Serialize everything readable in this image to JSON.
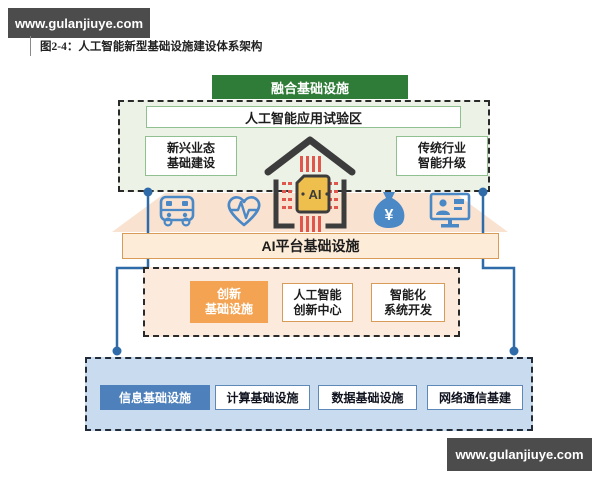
{
  "watermark": {
    "top": "www.gulanjiuye.com",
    "bottom": "www.gulanjiuye.com"
  },
  "caption": "图2-4：人工智能新型基础设施建设体系架构",
  "diagram": {
    "fusion_label": "融合基础设施",
    "pilot_zone_label": "人工智能应用试验区",
    "left_box": {
      "line1": "新兴业态",
      "line2": "基础建设"
    },
    "right_box": {
      "line1": "传统行业",
      "line2": "智能升级"
    },
    "house": {
      "chip_label": "AI"
    },
    "platform_bar_label": "AI平台基础设施",
    "middle": {
      "innovation": {
        "line1": "创新",
        "line2": "基础设施"
      },
      "ai_center": {
        "line1": "人工智能",
        "line2": "创新中心"
      },
      "smart_dev": {
        "line1": "智能化",
        "line2": "系统开发"
      }
    },
    "bottom": {
      "info_label": "信息基础设施",
      "compute_label": "计算基础设施",
      "data_label": "数据基础设施",
      "network_label": "网络通信基建"
    },
    "money_symbol": "¥",
    "icons": {
      "left": [
        "bus-icon",
        "heartbeat-icon"
      ],
      "center": "house-ai-chip-icon",
      "right": [
        "money-bag-icon",
        "monitor-person-icon"
      ]
    },
    "colors": {
      "green_dark": "#2e7c38",
      "green_fill": "#ecf2e6",
      "green_border": "#90bf90",
      "orange_solid": "#f3a351",
      "orange_border": "#d99b58",
      "peach_fill": "#fcebdc",
      "bar_fill": "#fdecd8",
      "blue_solid": "#4e81bb",
      "blue_fill": "#c9dbee",
      "connector_blue": "#2f6ba8",
      "icon_blue": "#4a88c6",
      "chip_yellow": "#efbf4d",
      "pin_red": "#e0574e",
      "watermark_bg": "#4c4c4c"
    }
  }
}
